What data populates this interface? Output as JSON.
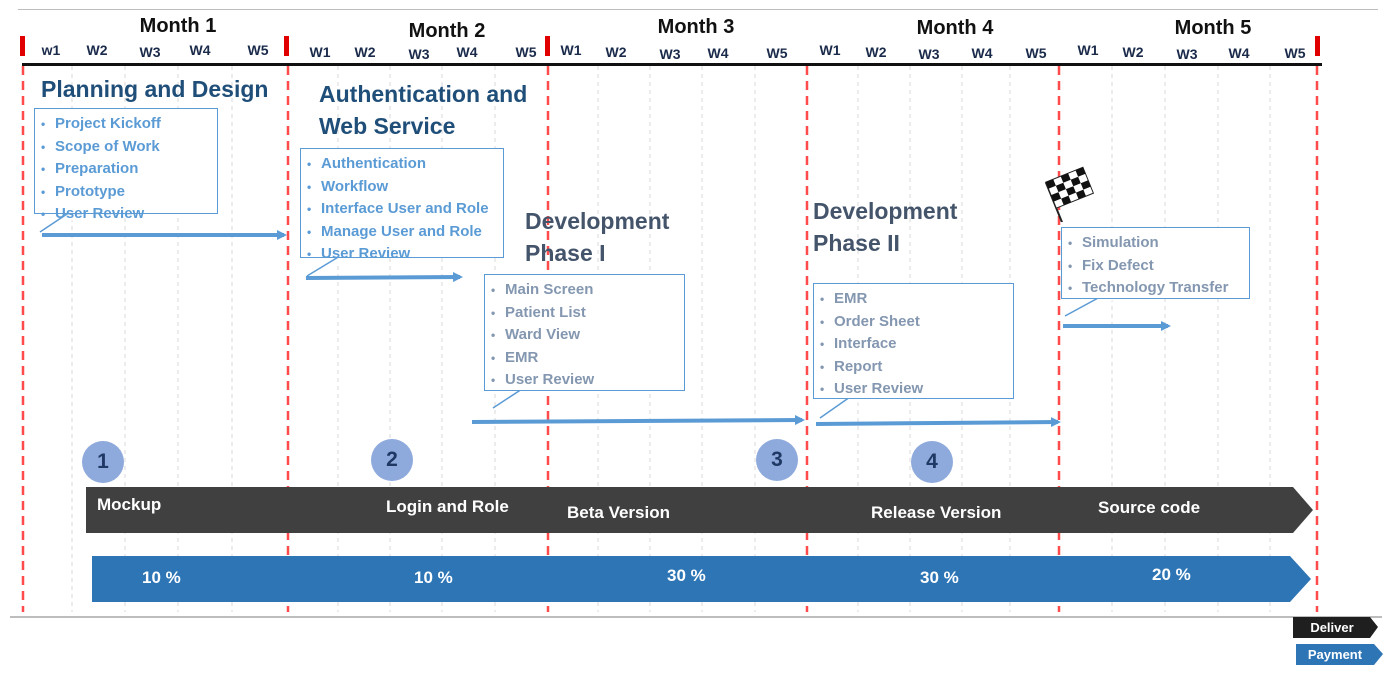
{
  "months": [
    "Month 1",
    "Month 2",
    "Month 3",
    "Month 4",
    "Month 5"
  ],
  "weeks": [
    [
      "w1",
      "W2",
      "W3",
      "W4",
      "W5"
    ],
    [
      "W1",
      "W2",
      "W3",
      "W4",
      "W5"
    ],
    [
      "W1",
      "W2",
      "W3",
      "W4",
      "W5"
    ],
    [
      "W1",
      "W2",
      "W3",
      "W4",
      "W5"
    ],
    [
      "W1",
      "W2",
      "W3",
      "W4",
      "W5"
    ]
  ],
  "phases": [
    {
      "title_lines": [
        "Planning and Design"
      ],
      "color": "#1f4e79",
      "items": [
        "Project Kickoff",
        "Scope of Work",
        "Preparation",
        "Prototype",
        "User Review"
      ],
      "item_color": "#5b9bd5"
    },
    {
      "title_lines": [
        "Authentication and",
        "Web Service"
      ],
      "color": "#1f4e79",
      "items": [
        "Authentication",
        "Workflow",
        "Interface User and Role",
        "Manage User and Role",
        "User Review"
      ],
      "item_color": "#5b9bd5"
    },
    {
      "title_lines": [
        "Development",
        "Phase I"
      ],
      "color": "#44546a",
      "items": [
        "Main Screen",
        "Patient List",
        "Ward View",
        "EMR",
        "User Review"
      ],
      "item_color": "#8497b0"
    },
    {
      "title_lines": [
        "Development",
        "Phase II"
      ],
      "color": "#44546a",
      "items": [
        "EMR",
        "Order Sheet",
        "Interface",
        "Report",
        "User Review"
      ],
      "item_color": "#8497b0"
    },
    {
      "title_lines": [],
      "color": "#44546a",
      "items": [
        "Simulation",
        "Fix Defect",
        "Technology Transfer"
      ],
      "item_color": "#8497b0"
    }
  ],
  "badges": [
    "1",
    "2",
    "3",
    "4"
  ],
  "milestones": [
    "Mockup",
    "Login and Role",
    "Beta Version",
    "Release Version",
    "Source code"
  ],
  "payments": [
    "10 %",
    "10 %",
    "30 %",
    "30 %",
    "20 %"
  ],
  "legend": {
    "deliver": "Deliver",
    "payment": "Payment"
  },
  "colors": {
    "deliver": "#404040",
    "payment": "#2e75b6",
    "divider": "#ff4b4b",
    "arrow": "#5b9bd5",
    "badge": "#8ea9db"
  },
  "icons": {
    "finish": "checkered-flag-icon"
  }
}
